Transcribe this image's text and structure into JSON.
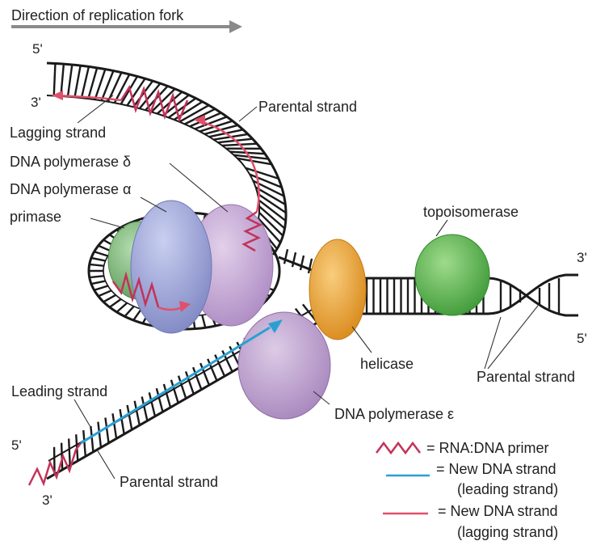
{
  "header": {
    "direction_label": "Direction of replication fork"
  },
  "labels": {
    "lagging_strand": "Lagging strand",
    "parental_strand_top": "Parental strand",
    "dna_polymerase_delta": "DNA polymerase δ",
    "dna_polymerase_alpha": "DNA polymerase α",
    "primase": "primase",
    "topoisomerase": "topoisomerase",
    "helicase": "helicase",
    "parental_strand_right": "Parental strand",
    "leading_strand": "Leading strand",
    "dna_polymerase_epsilon": "DNA polymerase ε",
    "parental_strand_bottom": "Parental strand"
  },
  "ends": {
    "top_5": "5'",
    "top_3": "3'",
    "right_3": "3'",
    "right_5": "5'",
    "bottom_5": "5'",
    "bottom_3": "3'"
  },
  "legend": {
    "primer": "= RNA:DNA primer",
    "new_strand": "= New DNA strand",
    "leading_note": "(leading strand)",
    "new_strand_2": "= New DNA strand",
    "lagging_note": "(lagging strand)"
  },
  "colors": {
    "primer": "#c2335a",
    "leading_new_strand": "#2aa0d2",
    "lagging_new_strand": "#e0506a",
    "helicase": "#f0a83a",
    "topoisomerase": "#5cb84a",
    "polymerase_epsilon": "#c3a6d0",
    "polymerase_delta": "#c8a8d6",
    "polymerase_alpha": "#a8b0de",
    "primase_protein": "#7dbd7a",
    "arrow": "#8a8a8a"
  }
}
